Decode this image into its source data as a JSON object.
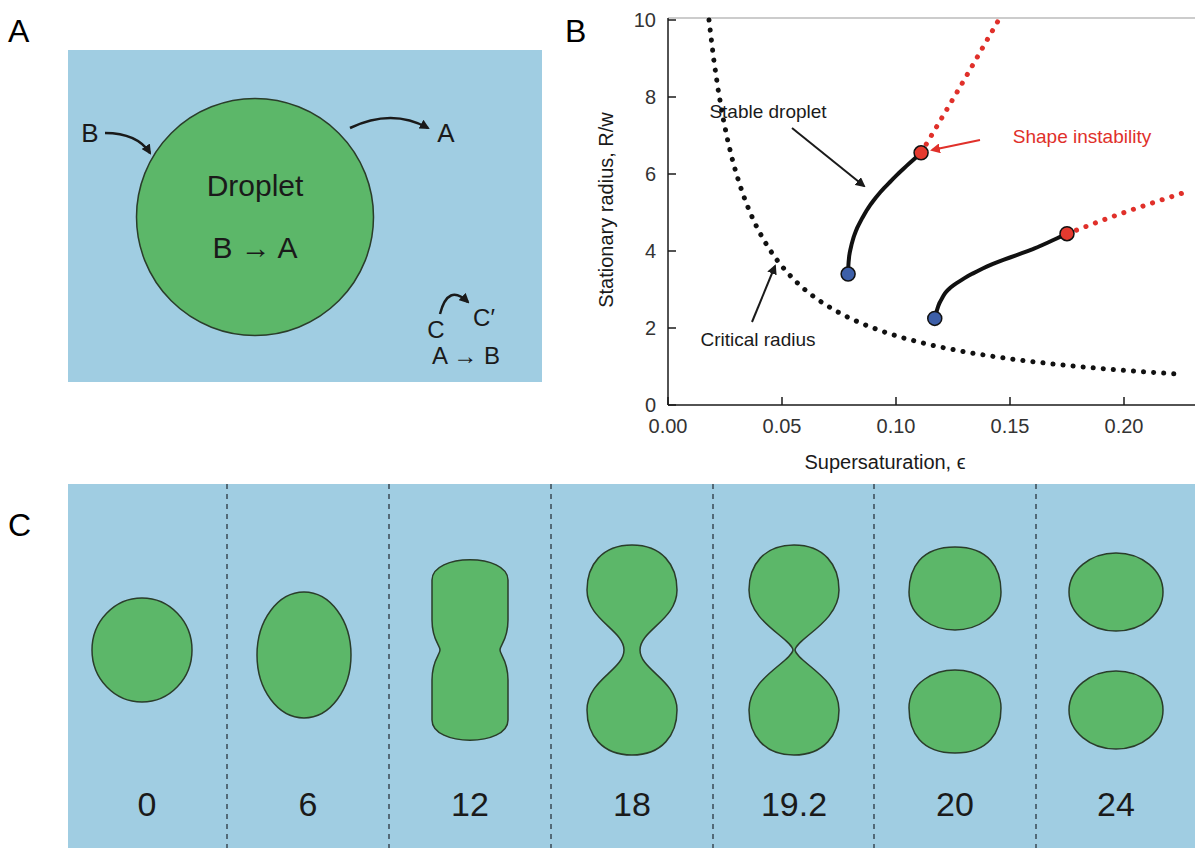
{
  "diagram": {
    "nodes": [
      {
        "text": [
          "Droplet",
          "B → A"
        ]
      }
    ],
    "labels": [
      "A",
      "B",
      "C",
      "B",
      "A",
      "C",
      "C′",
      "A → B",
      "10",
      "8",
      "6",
      "4",
      "2",
      "0",
      "0.00",
      "0.05",
      "0.10",
      "0.15",
      "0.20",
      "Stationary radius, R/w",
      "Supersaturation, ϵ",
      "Stable droplet",
      "Shape instability",
      "Critical radius",
      "0",
      "6",
      "12",
      "18",
      "19.2",
      "20",
      "24"
    ]
  }
}
